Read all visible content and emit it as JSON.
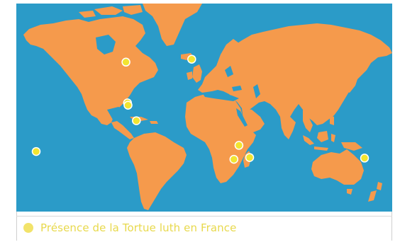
{
  "map": {
    "ocean_color": "#2b9bc8",
    "land_color": "#f59a4c",
    "marker_fill": "#f2e530",
    "marker_stroke": "#ffffff",
    "markers": [
      {
        "name": "marker-nova-scotia",
        "lon": -63,
        "lat": 44
      },
      {
        "name": "marker-france",
        "lon": 0,
        "lat": 46
      },
      {
        "name": "marker-guadeloupe",
        "lon": -61.5,
        "lat": 16.2
      },
      {
        "name": "marker-martinique",
        "lon": -61,
        "lat": 14.6
      },
      {
        "name": "marker-french-guiana",
        "lon": -53,
        "lat": 4
      },
      {
        "name": "marker-french-polynesia",
        "lon": -149,
        "lat": -17
      },
      {
        "name": "marker-mayotte",
        "lon": 45.2,
        "lat": -12.8
      },
      {
        "name": "marker-europa-island",
        "lon": 40.4,
        "lat": -22.3
      },
      {
        "name": "marker-reunion",
        "lon": 55.5,
        "lat": -21.1
      },
      {
        "name": "marker-new-caledonia",
        "lon": 165.5,
        "lat": -21.5
      }
    ]
  },
  "legend": {
    "text": "Présence de la Tortue luth en France",
    "dot_color": "#f2e36a",
    "text_color": "#e8d94c"
  }
}
